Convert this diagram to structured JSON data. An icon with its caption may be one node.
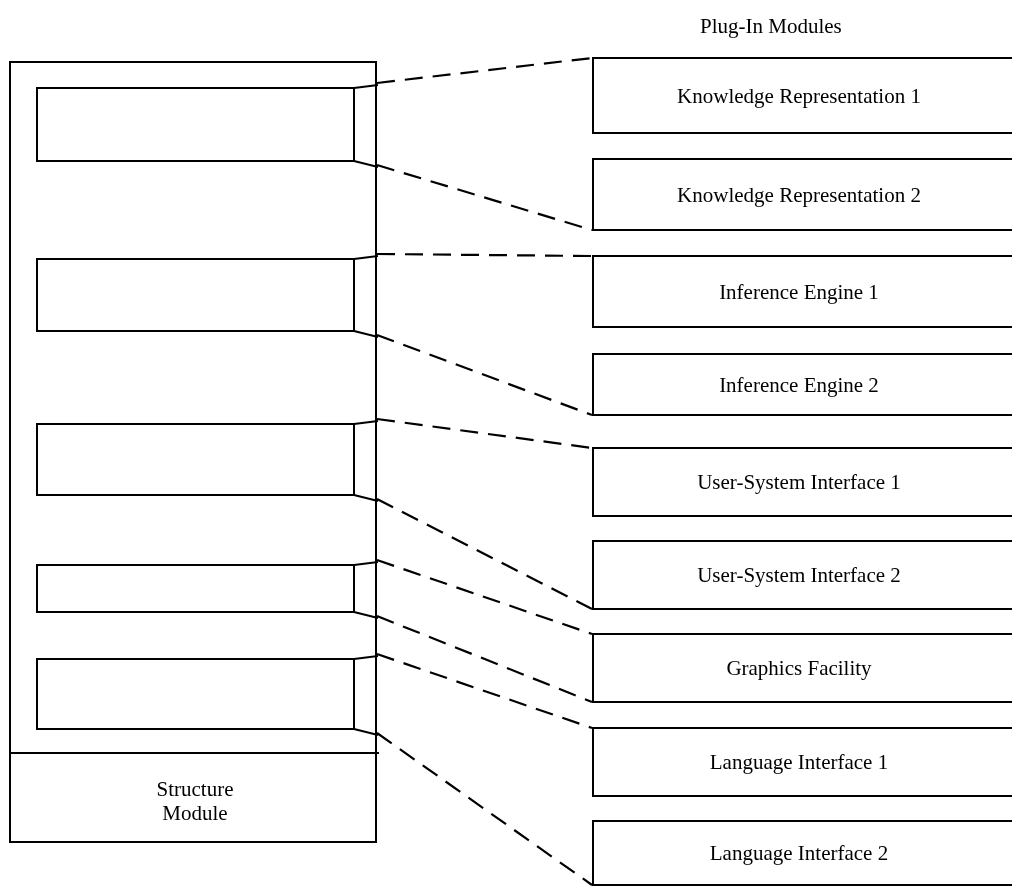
{
  "diagram": {
    "nodes": [
      {
        "text": [],
        "shape": "box"
      },
      {
        "text": [],
        "shape": "box",
        "in": 0
      },
      {
        "text": [],
        "shape": "box",
        "in": 0
      },
      {
        "text": [],
        "shape": "box",
        "in": 0
      },
      {
        "text": [],
        "shape": "box",
        "in": 0
      },
      {
        "text": [],
        "shape": "box",
        "in": 0
      },
      {
        "text": [
          "Structure Module"
        ],
        "in": 0
      },
      {
        "text": [
          "Knowledge Representation 1"
        ]
      },
      {
        "text": [
          "Knowledge Representation 2"
        ]
      },
      {
        "text": [
          "Inference Engine 1"
        ]
      },
      {
        "text": [
          "Inference Engine 2"
        ]
      },
      {
        "text": [
          "User-System Interface 1"
        ]
      },
      {
        "text": [
          "User-System Interface 2"
        ]
      },
      {
        "text": [
          "Graphics Facility"
        ]
      },
      {
        "text": [
          "Language Interface 1"
        ]
      },
      {
        "text": [
          "Language Interface 2"
        ]
      }
    ],
    "edges": [
      {
        "from": 1,
        "to": 7,
        "arrow": "none",
        "style": "dashed"
      },
      {
        "from": 1,
        "to": 8,
        "arrow": "none",
        "style": "dashed"
      },
      {
        "from": 2,
        "to": 9,
        "arrow": "none",
        "style": "dashed"
      },
      {
        "from": 2,
        "to": 10,
        "arrow": "none",
        "style": "dashed"
      },
      {
        "from": 3,
        "to": 11,
        "arrow": "none",
        "style": "dashed"
      },
      {
        "from": 3,
        "to": 12,
        "arrow": "none",
        "style": "dashed"
      },
      {
        "from": 4,
        "to": 13,
        "arrow": "none",
        "style": "dashed"
      },
      {
        "from": 4,
        "to": 13,
        "arrow": "none",
        "style": "dashed"
      },
      {
        "from": 5,
        "to": 14,
        "arrow": "none",
        "style": "dashed"
      },
      {
        "from": 5,
        "to": 15,
        "arrow": "none",
        "style": "dashed"
      }
    ],
    "labels": [
      "Plug-In Modules"
    ]
  }
}
